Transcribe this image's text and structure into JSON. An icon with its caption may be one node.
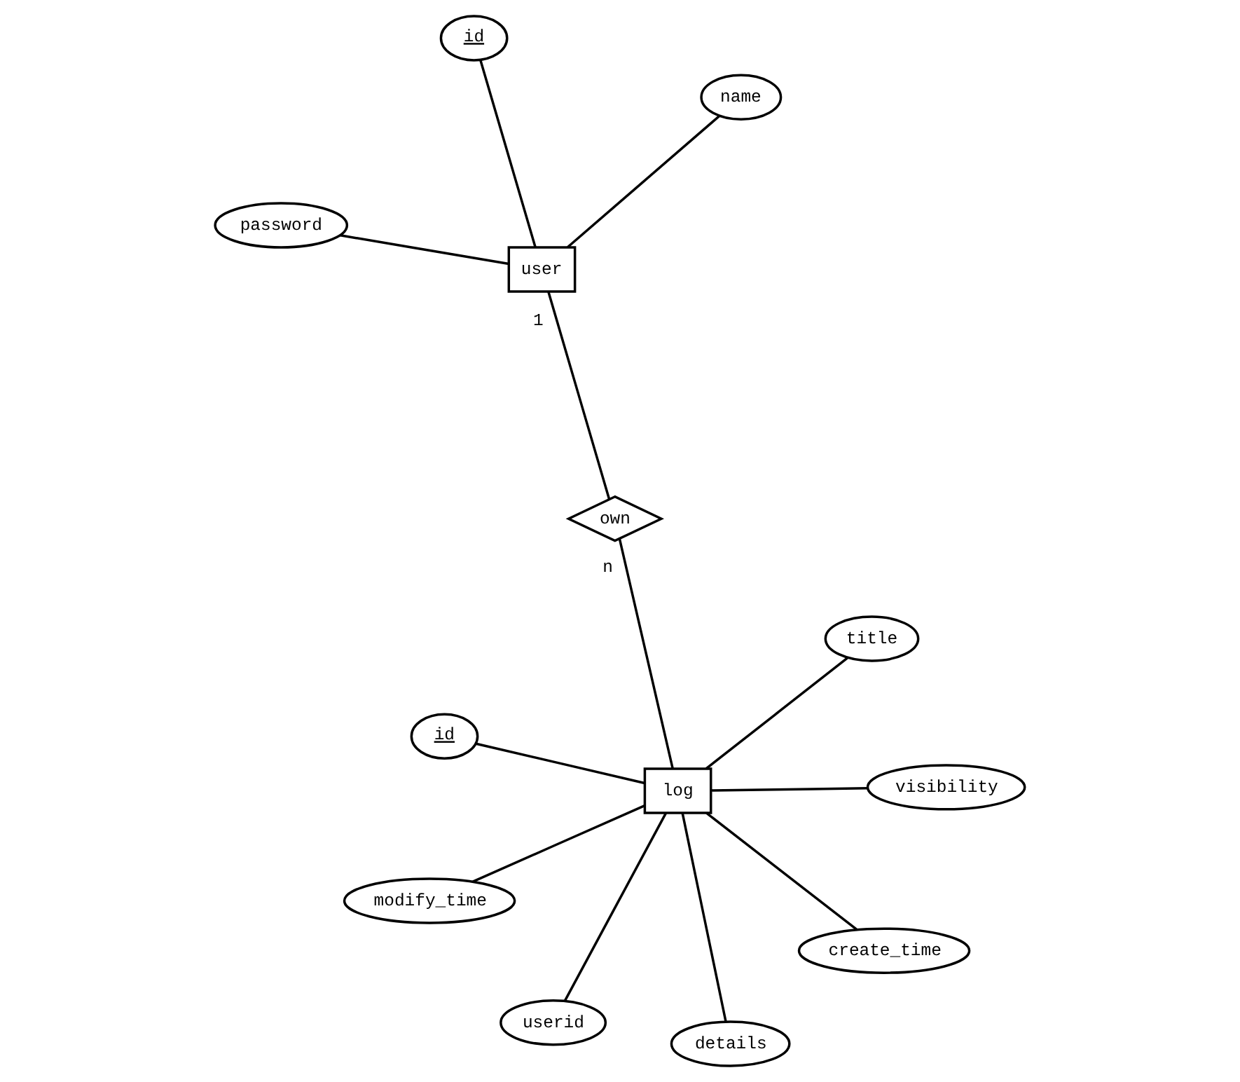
{
  "diagram": {
    "nodes": [
      {
        "text": [
          "user"
        ]
      },
      {
        "text": [
          "name"
        ]
      },
      {
        "text": [
          "password"
        ]
      },
      {
        "text": [
          "id"
        ]
      },
      {
        "text": [
          "own"
        ]
      },
      {
        "text": [
          "id"
        ]
      },
      {
        "text": [
          "userid"
        ]
      },
      {
        "text": [
          "visibility"
        ]
      },
      {
        "text": [
          "log"
        ]
      },
      {
        "text": [
          "create_time"
        ]
      },
      {
        "text": [
          "details"
        ]
      },
      {
        "text": [
          "modify_time"
        ]
      },
      {
        "text": [
          "title"
        ]
      }
    ],
    "edges": [
      {
        "from": 1,
        "to": 0,
        "arrow": "none"
      },
      {
        "from": 2,
        "to": 0,
        "arrow": "none"
      },
      {
        "from": 3,
        "to": 0,
        "arrow": "none"
      },
      {
        "from": 0,
        "to": 4,
        "arrow": "none",
        "label": "1"
      },
      {
        "from": 4,
        "to": 8,
        "arrow": "none",
        "label": "n"
      },
      {
        "from": 5,
        "to": 8,
        "arrow": "none"
      },
      {
        "from": 6,
        "to": 8,
        "arrow": "none"
      },
      {
        "from": 7,
        "to": 8,
        "arrow": "none"
      },
      {
        "from": 9,
        "to": 8,
        "arrow": "none"
      },
      {
        "from": 10,
        "to": 8,
        "arrow": "none"
      },
      {
        "from": 11,
        "to": 8,
        "arrow": "none"
      },
      {
        "from": 12,
        "to": 8,
        "arrow": "none"
      }
    ]
  }
}
